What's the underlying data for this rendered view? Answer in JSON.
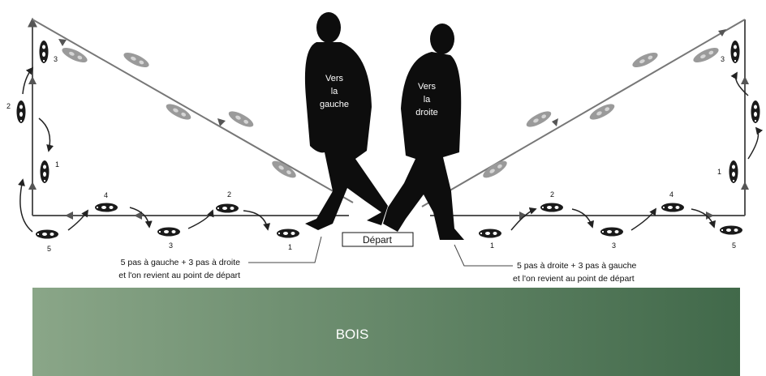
{
  "left_figure_label": [
    "Vers",
    "la",
    "gauche"
  ],
  "right_figure_label": [
    "Vers",
    "la",
    "droite"
  ],
  "start_label": "Départ",
  "left_caption": [
    "5 pas à gauche + 3 pas à droite",
    "et l'on revient au point de départ"
  ],
  "right_caption": [
    "5 pas à droite + 3 pas à gauche",
    "et l'on revient au point de départ"
  ],
  "woods_label": "BOIS",
  "step_numbers_left": {
    "bottom": [
      "1",
      "3",
      "4",
      "5"
    ],
    "side": [
      "1",
      "2",
      "3"
    ]
  },
  "step_numbers_right": {
    "bottom": [
      "1",
      "2",
      "3",
      "4",
      "5"
    ],
    "side": [
      "1",
      "3"
    ]
  },
  "colors": {
    "woods_gradient_start": "#8aa688",
    "woods_gradient_end": "#41694a",
    "silhouette": "#0d0d0d",
    "path_line": "#777777",
    "footprint_dark": "#1a1a1a",
    "footprint_grey": "#9a9a9a"
  }
}
